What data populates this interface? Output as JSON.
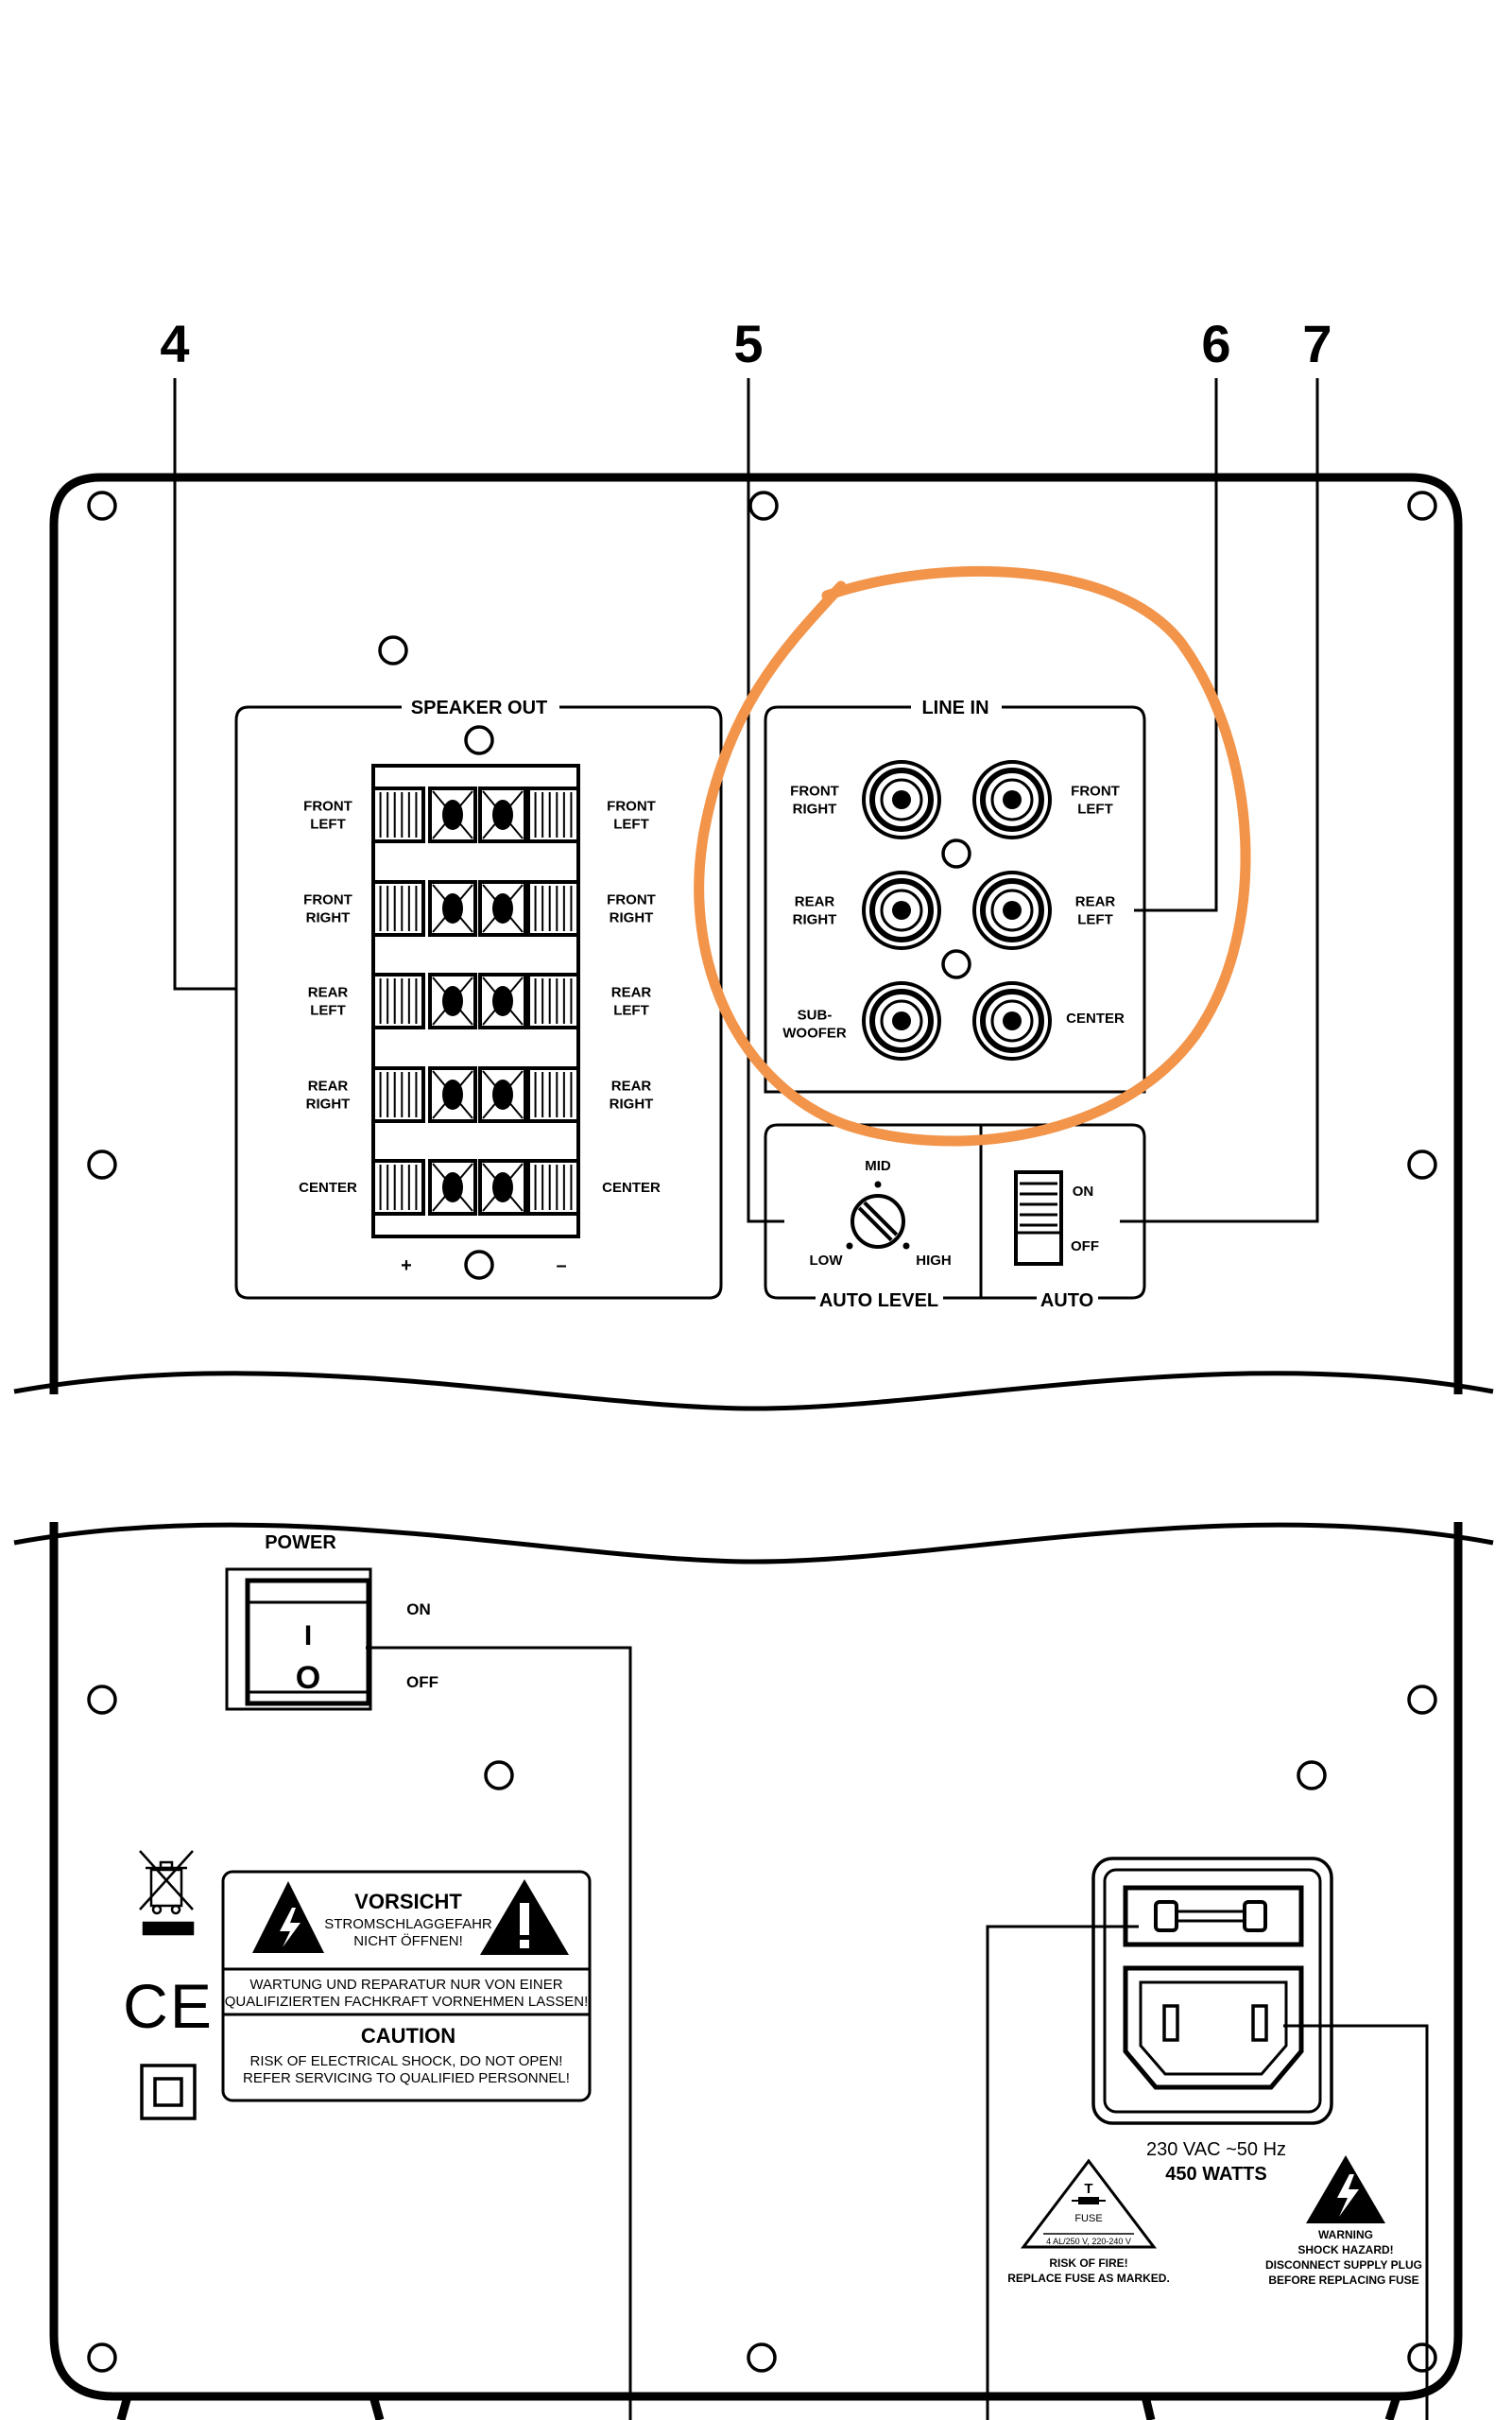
{
  "callouts": [
    "4",
    "5",
    "6",
    "7"
  ],
  "speaker_out": {
    "title": "SPEAKER OUT",
    "left_labels": [
      [
        "FRONT",
        "LEFT"
      ],
      [
        "FRONT",
        "RIGHT"
      ],
      [
        "REAR",
        "LEFT"
      ],
      [
        "REAR",
        "RIGHT"
      ],
      [
        "CENTER"
      ]
    ],
    "right_labels": [
      [
        "FRONT",
        "LEFT"
      ],
      [
        "FRONT",
        "RIGHT"
      ],
      [
        "REAR",
        "LEFT"
      ],
      [
        "REAR",
        "RIGHT"
      ],
      [
        "CENTER"
      ]
    ],
    "plus": "+",
    "minus": "–"
  },
  "line_in": {
    "title": "LINE IN",
    "left_labels": [
      [
        "FRONT",
        "RIGHT"
      ],
      [
        "REAR",
        "RIGHT"
      ],
      [
        "SUB-",
        "WOOFER"
      ]
    ],
    "right_labels": [
      [
        "FRONT",
        "LEFT"
      ],
      [
        "REAR",
        "LEFT"
      ],
      [
        "CENTER"
      ]
    ]
  },
  "auto_level": {
    "title": "AUTO LEVEL",
    "mid": "MID",
    "low": "LOW",
    "high": "HIGH"
  },
  "auto": {
    "title": "AUTO",
    "on": "ON",
    "off": "OFF"
  },
  "power": {
    "title": "POWER",
    "on": "ON",
    "off": "OFF",
    "on_symbol": "I",
    "off_symbol": "O"
  },
  "warning_label": {
    "de_title": "VORSICHT",
    "de_line1": "STROMSCHLAGGEFAHR",
    "de_line2": "NICHT ÖFFNEN!",
    "de_service1": "WARTUNG UND REPARATUR NUR VON EINER",
    "de_service2": "QUALIFIZIERTEN FACHKRAFT VORNEHMEN LASSEN!",
    "en_title": "CAUTION",
    "en_line1": "RISK OF ELECTRICAL SHOCK, DO NOT OPEN!",
    "en_line2": "REFER SERVICING TO QUALIFIED PERSONNEL!"
  },
  "ce_mark": "CE",
  "power_spec": {
    "voltage": "230 VAC ~50 Hz",
    "watts": "450 WATTS"
  },
  "fuse_warning": {
    "symbol": "T",
    "fuse": "FUSE",
    "rating": "4 AL/250 V, 220-240 V",
    "line1": "RISK OF FIRE!",
    "line2": "REPLACE FUSE AS MARKED."
  },
  "shock_warning": {
    "line1": "WARNING",
    "line2": "SHOCK HAZARD!",
    "line3": "DISCONNECT SUPPLY PLUG",
    "line4": "BEFORE REPLACING FUSE"
  },
  "colors": {
    "highlight": "#F2944A",
    "ink": "#000000",
    "background": "#FFFFFF"
  }
}
